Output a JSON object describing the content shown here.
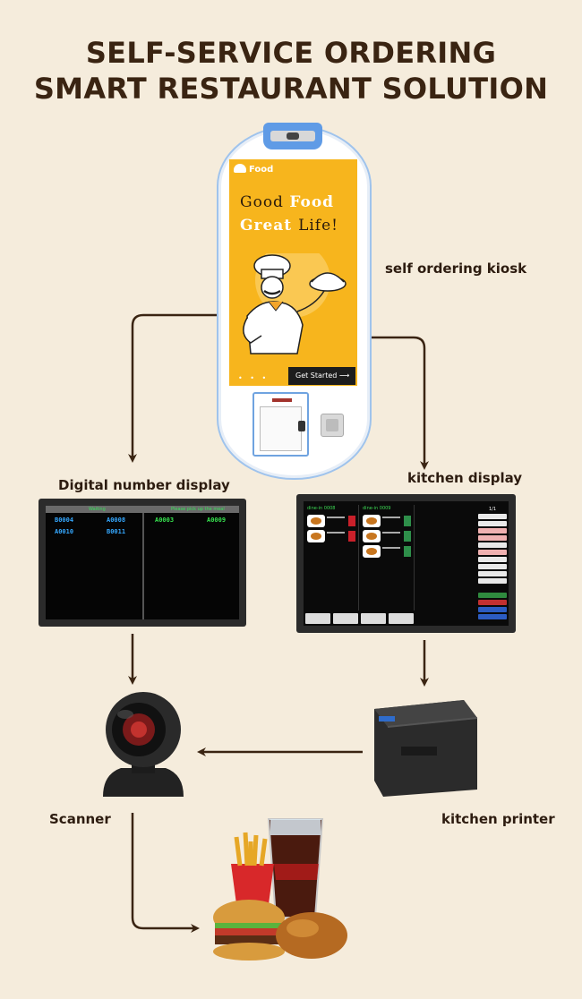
{
  "header": {
    "title_line1": "SELF-SERVICE ORDERING",
    "title_line2": "SMART RESTAURANT SOLUTION"
  },
  "labels": {
    "kiosk": "self ordering kiosk",
    "number_display": "Digital number display",
    "kitchen_display": "kitchen display",
    "scanner": "Scanner",
    "printer": "kitchen printer"
  },
  "kiosk_screen": {
    "brand": "Food",
    "tagline1_a": "Good ",
    "tagline1_b": "Food",
    "tagline2_a": "Great ",
    "tagline2_b": "Life!",
    "button": "Get Started ⟶"
  },
  "number_display": {
    "left_header": "Waiting",
    "right_header": "Please pick up the meal",
    "waiting": [
      "B0004",
      "A0008",
      "A0010",
      "B0011"
    ],
    "ready": [
      "A0003",
      "A0009"
    ]
  },
  "kitchen_display": {
    "col1_header": "dine-in 0008",
    "col2_header": "dine-in 0009",
    "count": "1/1"
  },
  "colors": {
    "background": "#f5ecdc",
    "title": "#3a2412",
    "arrow": "#3a2412",
    "kiosk_screen": "#f7b51d",
    "waiting_code": "#35a8ff",
    "ready_code": "#36e04e"
  }
}
